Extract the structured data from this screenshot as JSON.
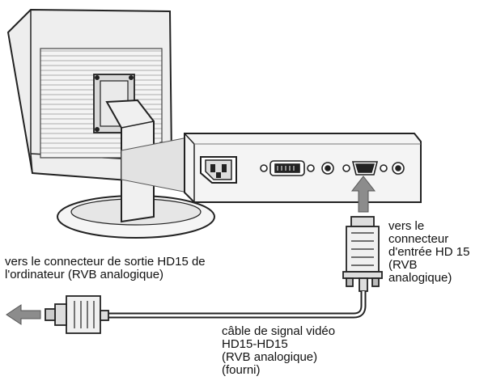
{
  "labels": {
    "computer_output": "vers le connecteur de sortie HD15 de\nl'ordinateur (RVB analogique)",
    "monitor_input": "vers le\nconnecteur\nd'entrée HD 15\n(RVB\nanalogique)",
    "cable": "câble de signal vidéo\nHD15-HD15\n(RVB analogique)\n(fourni)"
  },
  "colors": {
    "outline": "#222222",
    "panel_fill": "#f2f2f2",
    "shade": "#bdbdbd",
    "arrow": "#8c8c8c"
  },
  "icons": [
    "power-socket-icon",
    "dvi-port-icon",
    "hd15-port-icon",
    "arrow-up-icon",
    "arrow-left-icon"
  ]
}
